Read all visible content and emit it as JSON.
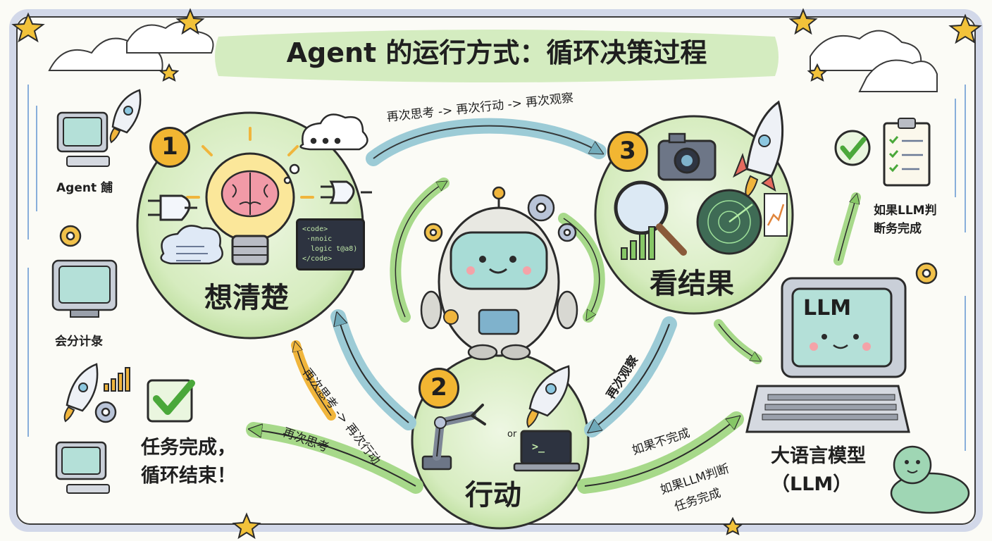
{
  "title": "Agent 的运行方式：循环决策过程",
  "nodes": {
    "think": {
      "number": "1",
      "label": "想清楚"
    },
    "act": {
      "number": "2",
      "label": "行动"
    },
    "observe": {
      "number": "3",
      "label": "看结果"
    }
  },
  "llm": {
    "screen_text": "LLM",
    "label_line1": "大语言模型",
    "label_line2": "（LLM）"
  },
  "end_state": {
    "line1": "任务完成，",
    "line2": "循环结束！"
  },
  "side_labels": {
    "agent": "Agent 餔",
    "plan": "会分计彔"
  },
  "arrows": {
    "top": "再次思考 -> 再次行动 -> 再次观察",
    "mid_left": "再次思考 -> 再次行动",
    "bottom_left": "再次思考",
    "right_down": "再次观察",
    "not_done": "如果不完成",
    "llm_judge_line1": "如果LLM判断",
    "llm_judge_line2": "任务完成",
    "top_right_line1": "如果LLM判",
    "top_right_line2": "断务完成"
  },
  "code_snippet": "<code>\n ·nnoic\n  logic t@a8)\n</code>",
  "misc": {
    "or": "or",
    "terminal": ">_"
  },
  "icons": [
    "lightbulb-brain-icon",
    "logic-gate-icon",
    "cloud-icon",
    "code-window-icon",
    "robot-icon",
    "gear-icon",
    "rocket-icon",
    "camera-icon",
    "magnifier-icon",
    "radar-icon",
    "bar-chart-icon",
    "robot-arm-icon",
    "laptop-icon",
    "checkmark-icon",
    "clipboard-icon",
    "computer-icon",
    "star-icon",
    "turtle-mascot-icon"
  ],
  "colors": {
    "circle_green": "#cfe8b4",
    "arrow_blue": "#9ccbd6",
    "arrow_green": "#a7d98a",
    "accent_yellow": "#f2b632",
    "robot_teal": "#9fd6d0"
  }
}
